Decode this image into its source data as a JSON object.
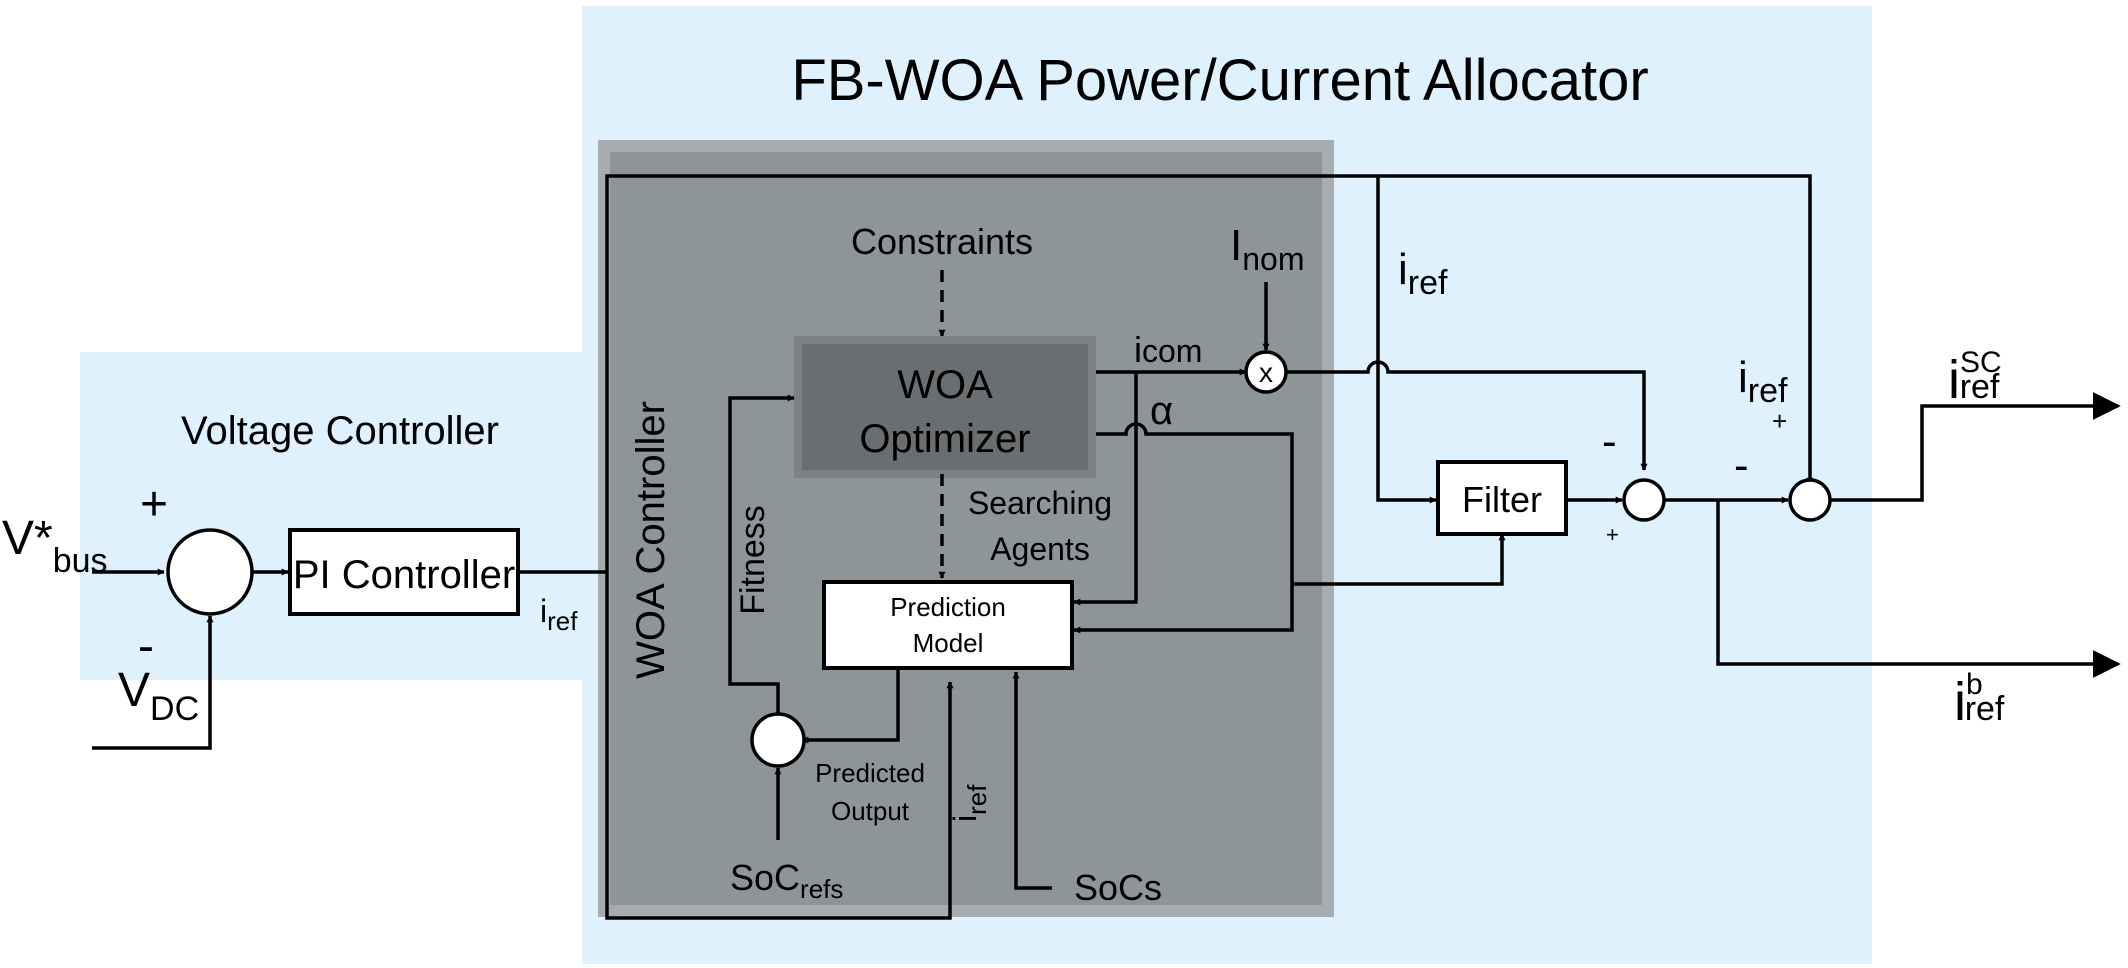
{
  "regions": {
    "allocator_title": "FB-WOA Power/Current Allocator",
    "voltage_controller_title": "Voltage Controller",
    "woa_controller_title": "WOA Controller"
  },
  "blocks": {
    "pi_controller": "PI Controller",
    "woa_optimizer_line1": "WOA",
    "woa_optimizer_line2": "Optimizer",
    "prediction_model_line1": "Prediction",
    "prediction_model_line2": "Model",
    "filter": "Filter",
    "multiplier": "x"
  },
  "signals": {
    "vbus_ref_main": "V*",
    "vbus_ref_sub": "bus",
    "vdc_main": "V",
    "vdc_sub": "DC",
    "iref_main": "i",
    "iref_sub": "ref",
    "inom_main": "I",
    "inom_sub": "nom",
    "icom_main": "i",
    "icom_sub": "com",
    "alpha": "α",
    "constraints": "Constraints",
    "searching_line1": "Searching",
    "searching_line2": "Agents",
    "fitness": "Fitness",
    "predicted_line1": "Predicted",
    "predicted_line2": "Output",
    "socrefs_main": "SoC",
    "socrefs_sub": "refs",
    "socs": "SoCs",
    "isc_sup": "SC",
    "ib_sup": "b"
  },
  "signs": {
    "plus": "+",
    "minus": "-"
  },
  "colors": {
    "light_region": "#dff1fc",
    "woa_panel": "#8e9599",
    "optimizer_box": "#6b6e70",
    "line": "#000000"
  }
}
